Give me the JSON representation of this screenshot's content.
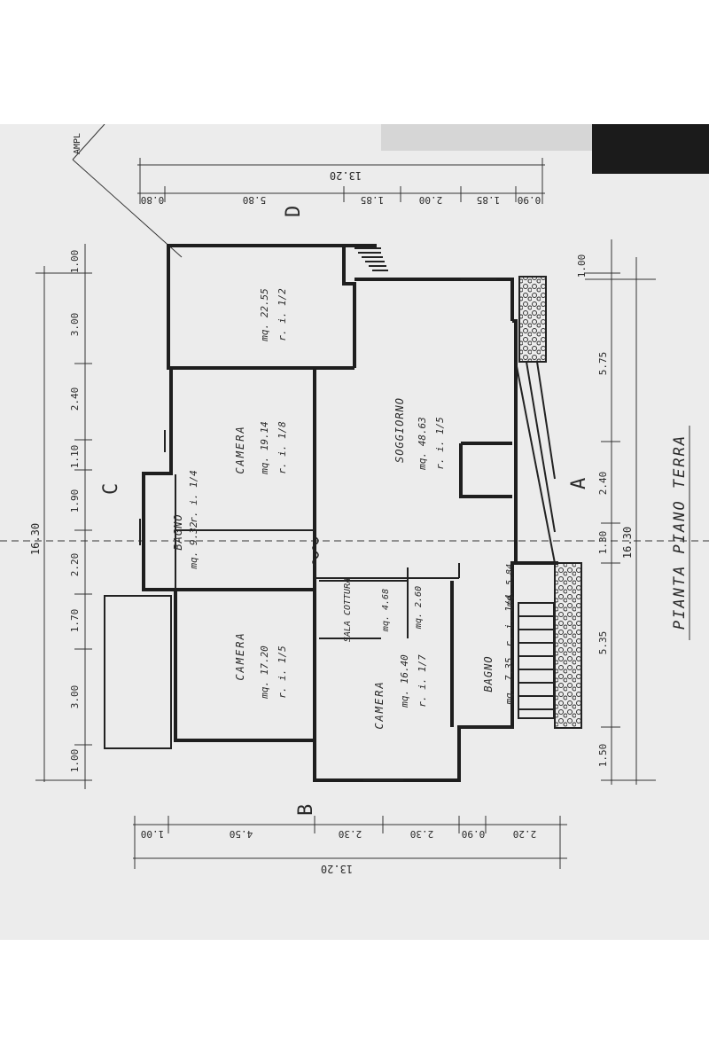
{
  "plan": {
    "title": "PIANTA PIANO TERRA",
    "top_label_fragment": "AMPL",
    "section_marks": [
      "A",
      "B",
      "C",
      "D"
    ],
    "overall": {
      "length": "16.30",
      "width": "13.20"
    },
    "dims_left_vertical": [
      "1.00",
      "3.00",
      "2.40",
      "1.10",
      "1.90",
      "2.20",
      "1.70",
      "3.00",
      "1.00"
    ],
    "dims_top": [
      "0.80",
      "5.80",
      "1.85",
      "2.00",
      "1.85",
      "0.90"
    ],
    "dims_bottom": [
      "1.00",
      "4.50",
      "2.30",
      "2.30",
      "0.90",
      "2.20"
    ],
    "dims_right_vertical": [
      "1.00",
      "5.75",
      "2.40",
      "1.30",
      "5.35",
      "1.50"
    ]
  },
  "rooms": [
    {
      "name": "",
      "area": "mq. 22.55",
      "ratio": "r. i. 1/2"
    },
    {
      "name": "CAMERA",
      "area": "mq. 19.14",
      "ratio": "r. i. 1/8"
    },
    {
      "name": "SOGGIORNO",
      "area": "mq. 48.63",
      "ratio": "r. i. 1/5"
    },
    {
      "name": "BAGNO",
      "area": "mq. 9.32",
      "ratio": "r. i. 1/4"
    },
    {
      "name": "CAMERA",
      "area": "mq. 17.20",
      "ratio": "r. i. 1/5"
    },
    {
      "name": "SALA COTTURA",
      "area": "mq. 4.68",
      "ratio": ""
    },
    {
      "name": "",
      "area": "mq. 2.60",
      "ratio": ""
    },
    {
      "name": "CAMERA",
      "area": "mq. 16.40",
      "ratio": "r. i. 1/7"
    },
    {
      "name": "BAGNO",
      "area": "mq. 7.35",
      "ratio": "r. i. 1/4"
    },
    {
      "name": "",
      "area": "mq. 5.84",
      "ratio": ""
    }
  ]
}
